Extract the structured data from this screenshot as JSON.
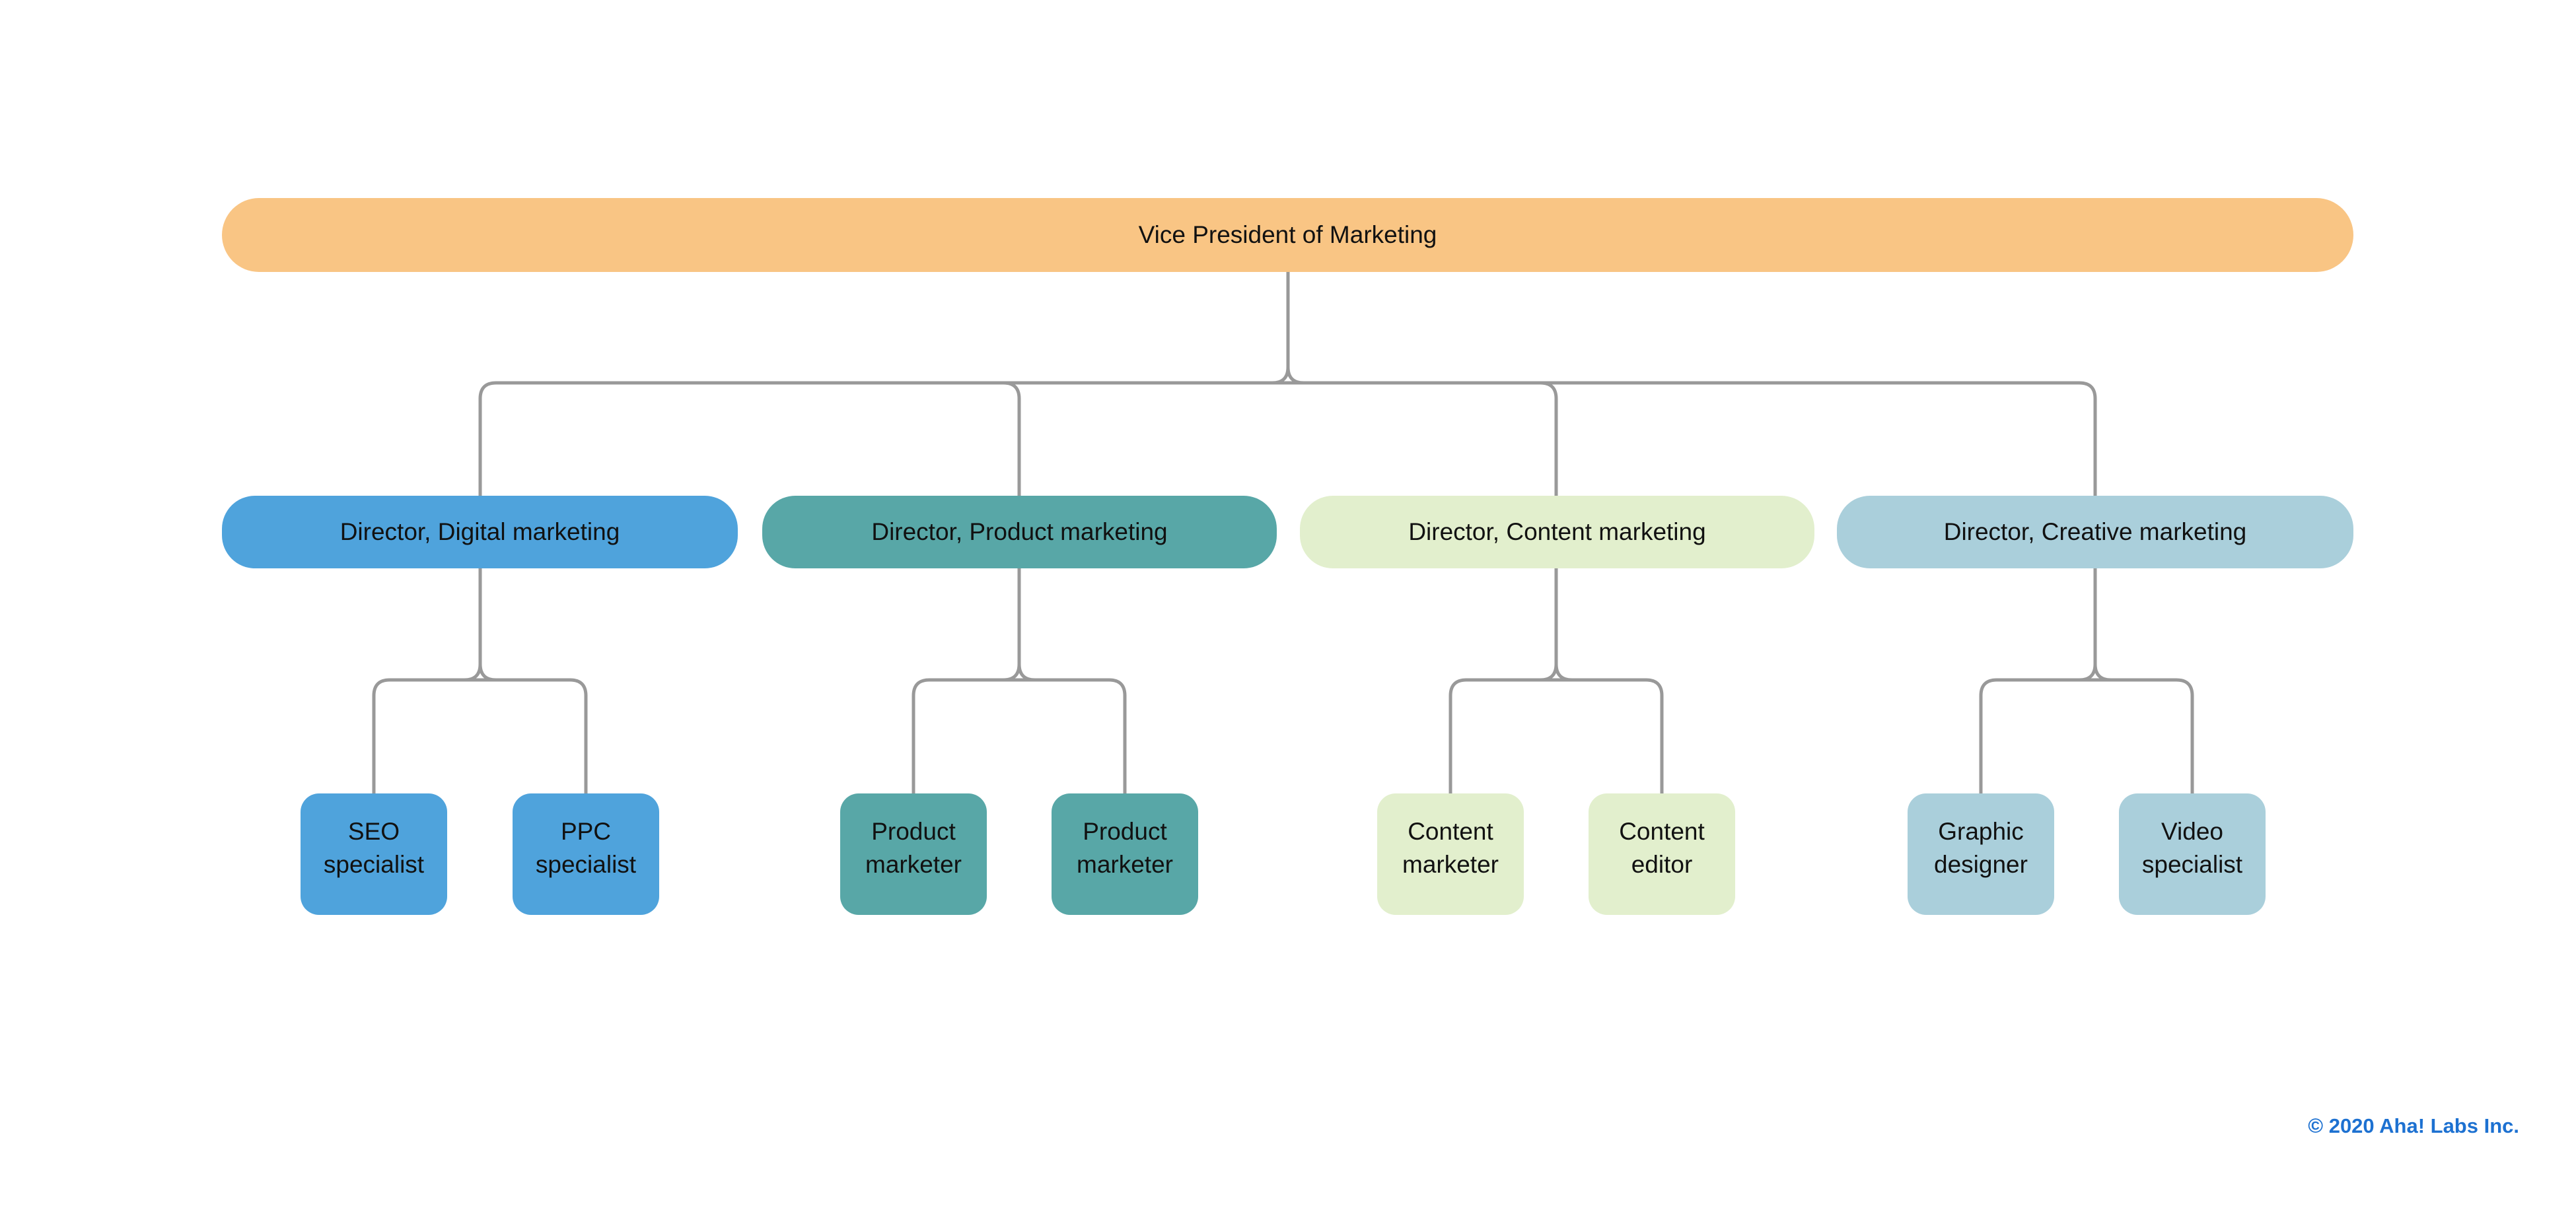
{
  "page": {
    "background": "#ffffff"
  },
  "org": {
    "connector_color": "#999999",
    "root": {
      "label": "Vice President of Marketing",
      "color": "#F9C584"
    },
    "directors": [
      {
        "label": "Director, Digital marketing",
        "color": "#4FA3DC",
        "children": [
          {
            "label": "SEO specialist"
          },
          {
            "label": "PPC specialist"
          }
        ]
      },
      {
        "label": "Director, Product marketing",
        "color": "#58A7A7",
        "children": [
          {
            "label": "Product marketer"
          },
          {
            "label": "Product marketer"
          }
        ]
      },
      {
        "label": "Director, Content marketing",
        "color": "#E2EFCD",
        "children": [
          {
            "label": "Content marketer"
          },
          {
            "label": "Content editor"
          }
        ]
      },
      {
        "label": "Director, Creative marketing",
        "color": "#AACFDB",
        "children": [
          {
            "label": "Graphic designer"
          },
          {
            "label": "Video specialist"
          }
        ]
      }
    ]
  },
  "footer": {
    "copyright": "© 2020 Aha! Labs Inc.",
    "color": "#1D71D1"
  }
}
